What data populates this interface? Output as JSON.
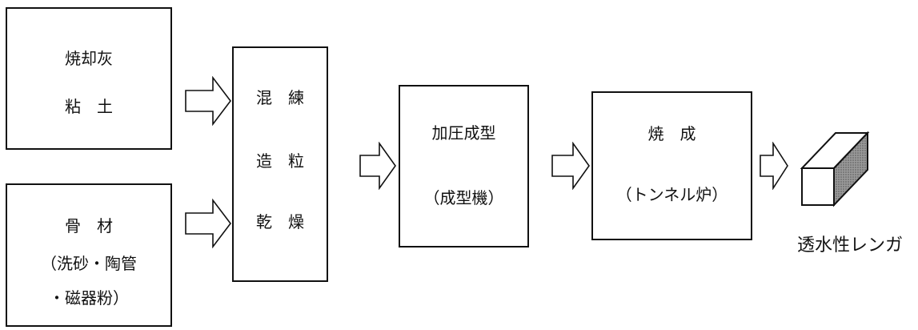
{
  "flow": {
    "raw_materials_box": {
      "lines": [
        "焼却灰",
        "粘　土"
      ]
    },
    "aggregate_box": {
      "lines": [
        "骨　材",
        "（洗砂・陶管",
        "・磁器粉）"
      ]
    },
    "mixing_box": {
      "lines": [
        "混　練",
        "造　粒",
        "乾　燥"
      ]
    },
    "pressing_box": {
      "lines": [
        "加圧成型",
        "（成型機）"
      ]
    },
    "firing_box": {
      "lines": [
        "焼　成",
        "（トンネル炉）"
      ]
    },
    "product": {
      "label": "透水性レンガ"
    }
  },
  "colors": {
    "stroke": "#111111",
    "brick_face": "#8a8a8a",
    "background": "#ffffff"
  }
}
